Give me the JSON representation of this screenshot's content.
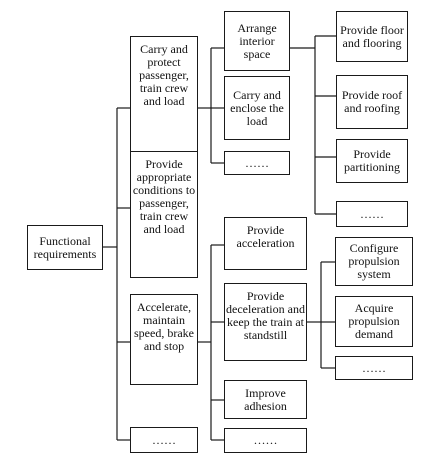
{
  "diagram": {
    "root": {
      "label": "Functional requirements"
    },
    "level1": [
      {
        "label": "Carry and protect passenger, train crew and load"
      },
      {
        "label": "Provide appropriate conditions to passenger, train crew and load"
      },
      {
        "label": "Accelerate, maintain speed, brake and stop"
      },
      {
        "label": "……"
      }
    ],
    "level2_carry": [
      {
        "label": "Arrange interior space"
      },
      {
        "label": "Carry and enclose the load"
      },
      {
        "label": "……"
      }
    ],
    "level2_accelerate": [
      {
        "label": "Provide acceleration"
      },
      {
        "label": "Provide deceleration and keep the train at standstill"
      },
      {
        "label": "Improve adhesion"
      },
      {
        "label": "……"
      }
    ],
    "level3_interior": [
      {
        "label": "Provide floor and flooring"
      },
      {
        "label": "Provide roof and roofing"
      },
      {
        "label": "Provide partitioning"
      },
      {
        "label": "……"
      }
    ],
    "level3_deceleration": [
      {
        "label": "Configure propulsion system"
      },
      {
        "label": "Acquire propulsion demand"
      },
      {
        "label": "……"
      }
    ]
  }
}
